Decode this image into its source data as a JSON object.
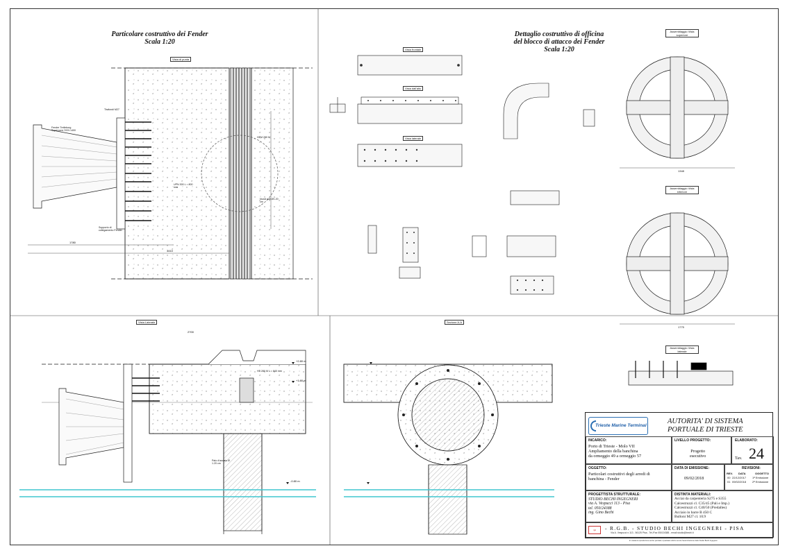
{
  "titles": {
    "fender_detail": "Particolare costruttivo dei Fender",
    "fender_scale": "Scala 1:20",
    "workshop_detail": "Dettaglio costruttivo di officina",
    "workshop_detail_2": "del blocco di attacco dei Fender",
    "workshop_scale": "Scala 1:20"
  },
  "tags": {
    "vista_di_punta": "Vista di punta",
    "vista_laterale": "Vista Laterale",
    "sezione_aa": "Sezione A-A",
    "vista_frontale": "Vista frontale",
    "vista_dall_alto": "Vista dall'alto",
    "vista_laterale_2": "Vista laterale",
    "vista_superiore": "Assemblaggio Vista superiore",
    "vista_inferiore": "Assemblaggio Vista inferiore",
    "vista_laterale_3": "Assemblaggio Vista laterale"
  },
  "drawing_labels": {
    "fender": "Fender Trelleborg Supercone SCN 1400",
    "upn": "UPN 300 L = 800 mm",
    "he": "HE 280 M L = 840 mm",
    "hem": "HEM 280 M",
    "palo": "Palo d'acciaio Ø 1.20 cm",
    "nuovi_pali": "Nuovi pali Ø1.20 cm",
    "supporto": "Supporto di collegamento Fender",
    "tirafondi": "Tirafondi M27",
    "level_1": "+2.80 m",
    "level_2": "+1.80 m",
    "level_3": "-0.80 m",
    "dim_1": "2700",
    "dim_2": "1780",
    "dim_3": "3410",
    "dim_4": "1348",
    "dim_5": "1775"
  },
  "title_block": {
    "logo": "Trieste Marine Terminal",
    "authority_1": "AUTORITA' DI SISTEMA",
    "authority_2": "PORTUALE DI TRIESTE",
    "incarico_label": "INCARICO:",
    "incarico_1": "Porto di Trieste - Molo VII",
    "incarico_2": "Ampliamento della banchina",
    "incarico_3": "da ormeggio 49 a ormeggio 57",
    "livello_label": "LIVELLO PROGETTO:",
    "livello_1": "Progetto",
    "livello_2": "esecutivo",
    "elaborato_label": "ELABORATO:",
    "tav": "Tav.",
    "tav_number": "24",
    "oggetto_label": "OGGETTO:",
    "oggetto_1": "Particolari costruttivi degli arredi di",
    "oggetto_2": "banchina - Fender",
    "emissione_label": "DATA DI EMISSIONE:",
    "emissione_date": "09/02/2018",
    "revisioni_label": "REVISIONI:",
    "rev_headers": [
      "REV.",
      "DATA",
      "OGGETTO"
    ],
    "rev_rows": [
      [
        "00",
        "22/12/2017",
        "1ª Emissione"
      ],
      [
        "01",
        "09/02/2018",
        "2ª Emissione"
      ]
    ],
    "progettista_label": "PROGETTISTA STRUTTURALE:",
    "progettista_1": "STUDIO BECHI INGEGNERI",
    "progettista_2": "via A. Vespucci 113 - Pisa",
    "progettista_3": "tel. 050/24388",
    "progettista_4": "ing.    Gino Bechi",
    "distinta_label": "DISTINTA MATERIALI:",
    "distinta_1": "Acciai da carpenteria S275 e S355",
    "distinta_2": "Calcestruzzi cl. C35/45 (Pali e Imp.)",
    "distinta_3": "Calcestruzzi cl. C40/50 (Predalles)",
    "distinta_4": "Acciaio in barre B 450 C",
    "distinta_5": "Bulloni M27 cl. 10.9",
    "studio": "- R.G.B. -  STUDIO  BECHI  INGEGNERI  -  PISA",
    "address": "Via A. Vespucci n.113 - 56125 Pisa - Tel./Fax 050/24388 - email studio@bechi.it",
    "copyright": "E' vietata la riproduzione anche parziale e qualsiasi utilizzo senza l'autorizzazione dello Studio Bechi Ingegneri"
  },
  "colors": {
    "water": "#3fc6cf",
    "line": "#1a1a1a",
    "concrete": "#f4f4f4",
    "hatch": "#777777",
    "logo_blue": "#1f5fa8"
  }
}
